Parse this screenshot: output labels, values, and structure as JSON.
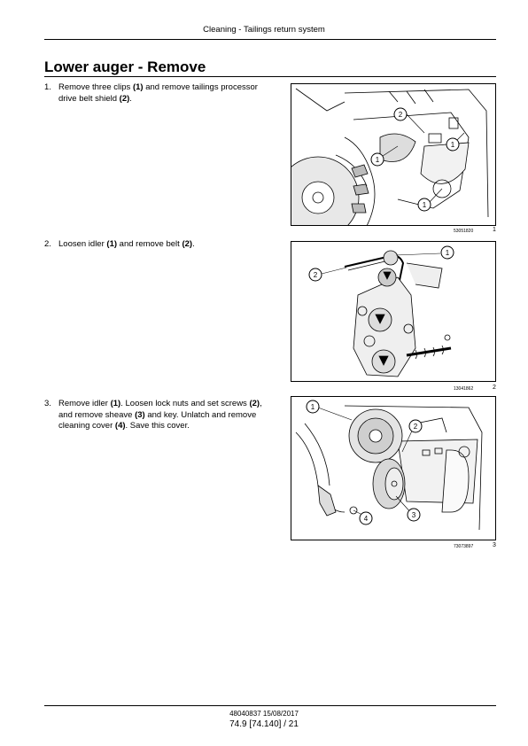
{
  "header": {
    "title": "Cleaning - Tailings return system"
  },
  "section": {
    "title": "Lower auger - Remove"
  },
  "steps": [
    {
      "number": "1.",
      "parts": [
        "Remove three clips ",
        "(1)",
        " and remove tailings processor drive belt shield ",
        "(2)",
        "."
      ]
    },
    {
      "number": "2.",
      "parts": [
        "Loosen idler ",
        "(1)",
        " and remove belt ",
        "(2)",
        "."
      ]
    },
    {
      "number": "3.",
      "parts": [
        "Remove idler ",
        "(1)",
        ".  Loosen lock nuts and set screws ",
        "(2)",
        ", and remove sheave ",
        "(3)",
        " and key.  Unlatch and remove cleaning cover ",
        "(4)",
        ".  Save this cover."
      ]
    }
  ],
  "figures": [
    {
      "id": "53051820",
      "number": "1",
      "callouts": [
        "2",
        "1",
        "1",
        "1"
      ]
    },
    {
      "id": "13041862",
      "number": "2",
      "callouts": [
        "2",
        "1"
      ]
    },
    {
      "id": "73073897",
      "number": "3",
      "callouts": [
        "1",
        "2",
        "3",
        "4"
      ]
    }
  ],
  "footer": {
    "doc": "48040837 15/08/2017",
    "page": "74.9 [74.140] / 21"
  }
}
